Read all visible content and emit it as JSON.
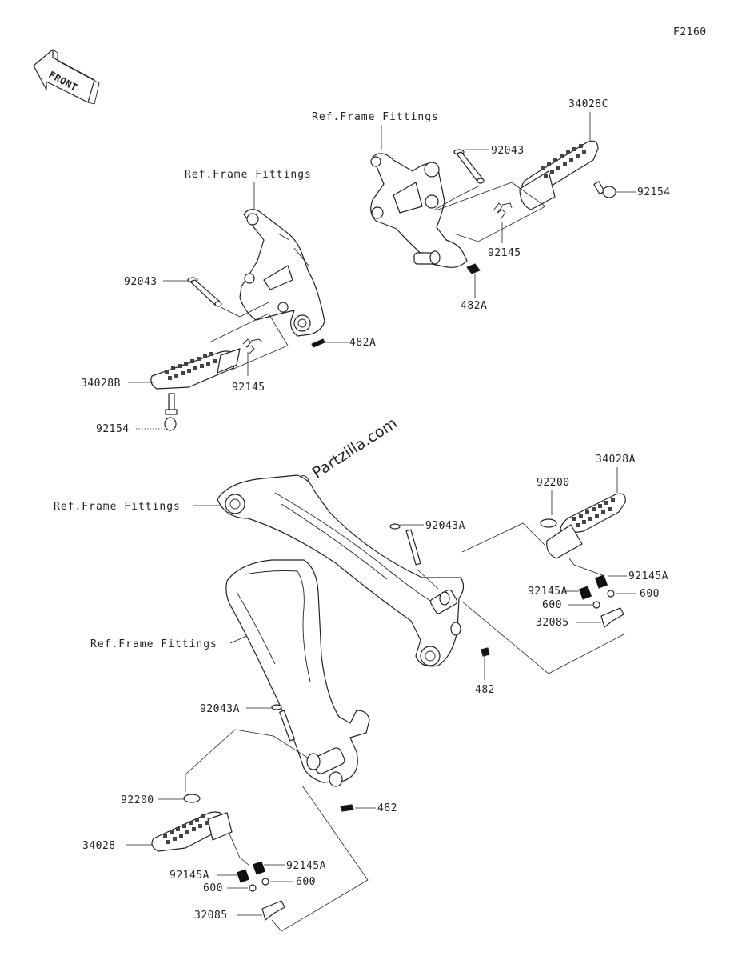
{
  "diagram_id": "F2160",
  "front_arrow": {
    "text": "FRONT"
  },
  "watermark": "© Partzilla.com",
  "refs": {
    "upper_left": "Ref.Frame Fittings",
    "upper_right": "Ref.Frame Fittings",
    "middle_left": "Ref.Frame Fittings",
    "lower": "Ref.Frame Fittings"
  },
  "labels": {
    "l_92043": "92043",
    "l_482A": "482A",
    "l_34028B": "34028B",
    "l_92145": "92145",
    "l_92154": "92154",
    "r_34028C": "34028C",
    "r_92043": "92043",
    "r_92154": "92154",
    "r_92145": "92145",
    "r_482A": "482A",
    "m_34028A": "34028A",
    "m_92200": "92200",
    "m_92043A": "92043A",
    "m_92145A_right": "92145A",
    "m_92145A_left": "92145A",
    "m_600_left": "600",
    "m_600_right": "600",
    "m_32085": "32085",
    "m_482": "482",
    "b_92043A": "92043A",
    "b_92200": "92200",
    "b_482": "482",
    "b_34028": "34028",
    "b_92145A_left": "92145A",
    "b_92145A_right": "92145A",
    "b_600_left": "600",
    "b_600_right": "600",
    "b_32085": "32085"
  }
}
